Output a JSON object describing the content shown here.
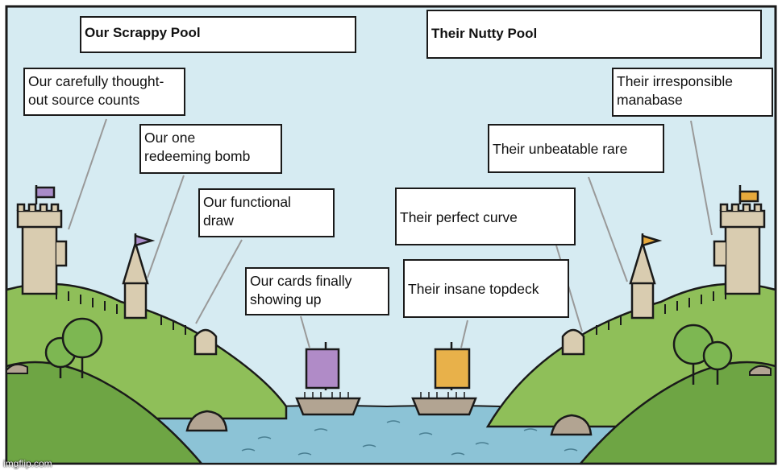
{
  "labels": {
    "our_pool": "Our Scrappy Pool",
    "their_pool": "Their Nutty Pool",
    "our_source_counts": "Our carefully thought-\nout source counts",
    "our_bomb": "Our one\nredeeming bomb",
    "our_draw": "Our functional\ndraw",
    "our_cards": "Our cards finally\nshowing up",
    "their_manabase": "Their irresponsible\nmanabase",
    "their_rare": "Their unbeatable rare",
    "their_curve": "Their perfect curve",
    "their_topdeck": "Their insane topdeck"
  },
  "watermark": "imgflip.com",
  "colors": {
    "sky": "#d6ebf2",
    "grass": "#8fbf59",
    "grass_dark": "#6ea544",
    "water": "#8cc3d6",
    "stone": "#d9ccb0",
    "our_sail": "#b08bc7",
    "their_sail": "#e8b14a",
    "our_flag": "#a98cc9",
    "their_flag": "#e6a93c",
    "outline": "#1a1a1a"
  }
}
